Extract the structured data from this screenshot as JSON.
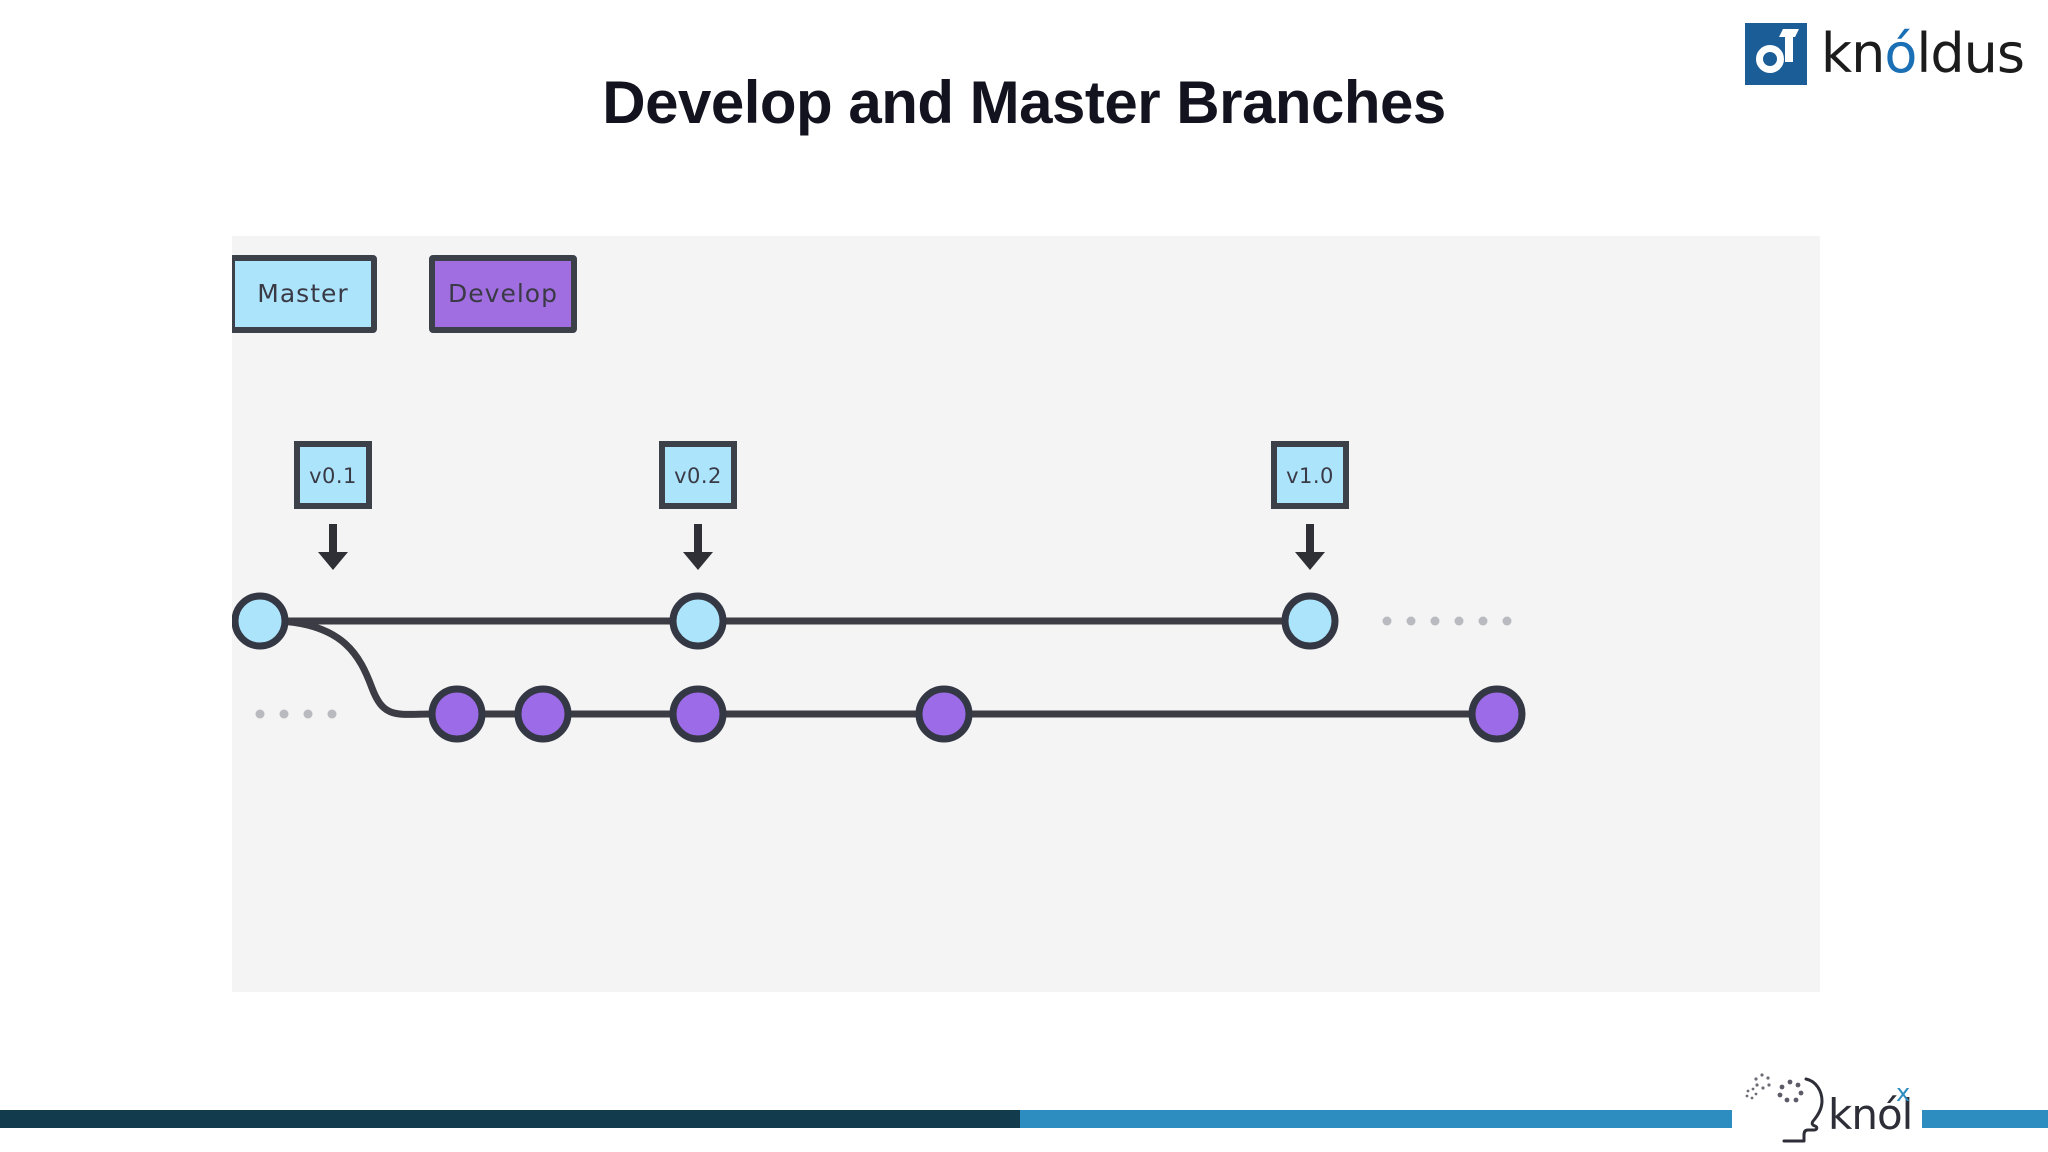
{
  "slide": {
    "title": "Develop and Master Branches"
  },
  "brand": {
    "logo_mark": "knoldus-o-mark-icon",
    "name_part1": "kn",
    "name_accent": "ó",
    "name_part2": "ldus"
  },
  "diagram": {
    "legend": [
      {
        "label": "Master",
        "fill": "#ace4fb",
        "border": "#3c4049"
      },
      {
        "label": "Develop",
        "fill": "#a06ee0",
        "border": "#3c4049"
      }
    ],
    "version_tags": [
      {
        "label": "v0.1",
        "fill": "#ace4fb",
        "border": "#3c4049"
      },
      {
        "label": "v0.2",
        "fill": "#ace4fb",
        "border": "#3c4049"
      },
      {
        "label": "v1.0",
        "fill": "#ace4fb",
        "border": "#3c4049"
      }
    ],
    "branches": [
      {
        "name": "master",
        "node_fill": "#ace4fb",
        "node_count": 3,
        "line_color": "#3c3c44"
      },
      {
        "name": "develop",
        "node_fill": "#9b6be8",
        "node_count": 5,
        "line_color": "#3c3c44"
      }
    ],
    "ellipsis_left_dots": 4,
    "ellipsis_right_dots": 6,
    "panel_fill": "#f5f4f5"
  },
  "footer": {
    "bar_dark_color": "#123b4e",
    "bar_blue_color": "#2d8cc0",
    "knolx_name": "knól",
    "knolx_superscript": "x",
    "knolx_icon": "knolx-head-icon"
  }
}
